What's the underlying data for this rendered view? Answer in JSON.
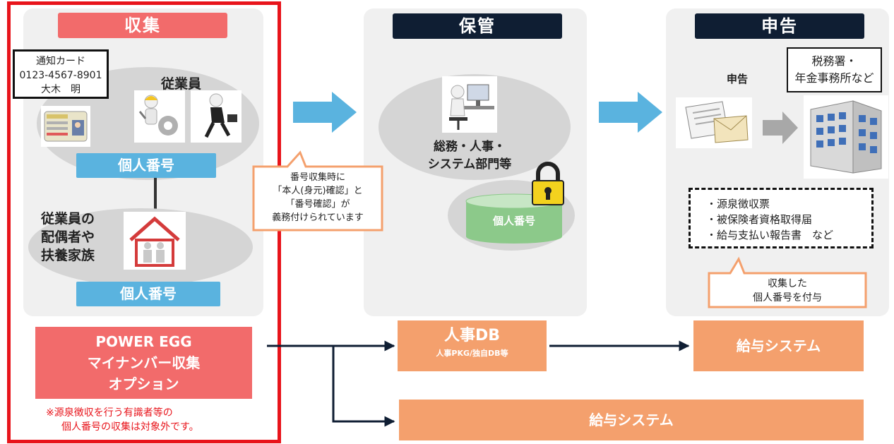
{
  "collect": {
    "header": "収集",
    "card_label": [
      "通知カード",
      "0123-4567-8901",
      "大木　明"
    ],
    "employee_label": "従業員",
    "number_bar_1": "個人番号",
    "family_label": [
      "従業員の",
      "配偶者や",
      "扶養家族"
    ],
    "number_bar_2": "個人番号",
    "option_box": [
      "POWER EGG",
      "マイナンバー収集",
      "オプション"
    ],
    "note": [
      "※源泉徴収を行う有識者等の",
      "個人番号の収集は対象外です。"
    ]
  },
  "callout_collect": [
    "番号収集時に",
    "「本人(身元)確認」と",
    "「番号確認」が",
    "義務付けられています"
  ],
  "storage": {
    "header": "保管",
    "dept_label": [
      "総務・人事・",
      "システム部門等"
    ],
    "db_label": "個人番号"
  },
  "report": {
    "header": "申告",
    "action_label": "申告",
    "office_label": [
      "税務署・",
      "年金事務所など"
    ],
    "documents": [
      "・源泉徴収票",
      "・被保険者資格取得届",
      "・給与支払い報告書　など"
    ],
    "callout": [
      "収集した",
      "個人番号を付与"
    ]
  },
  "hr_db": {
    "title": "人事DB",
    "subtitle": "人事PKG/独自DB等"
  },
  "payroll_1": "給与システム",
  "payroll_2": "給与システム",
  "colors": {
    "red": "#f26b6b",
    "navy": "#0f1e33",
    "blue": "#5ab3df",
    "orange": "#f4a06d",
    "green": "#8cc98a"
  }
}
